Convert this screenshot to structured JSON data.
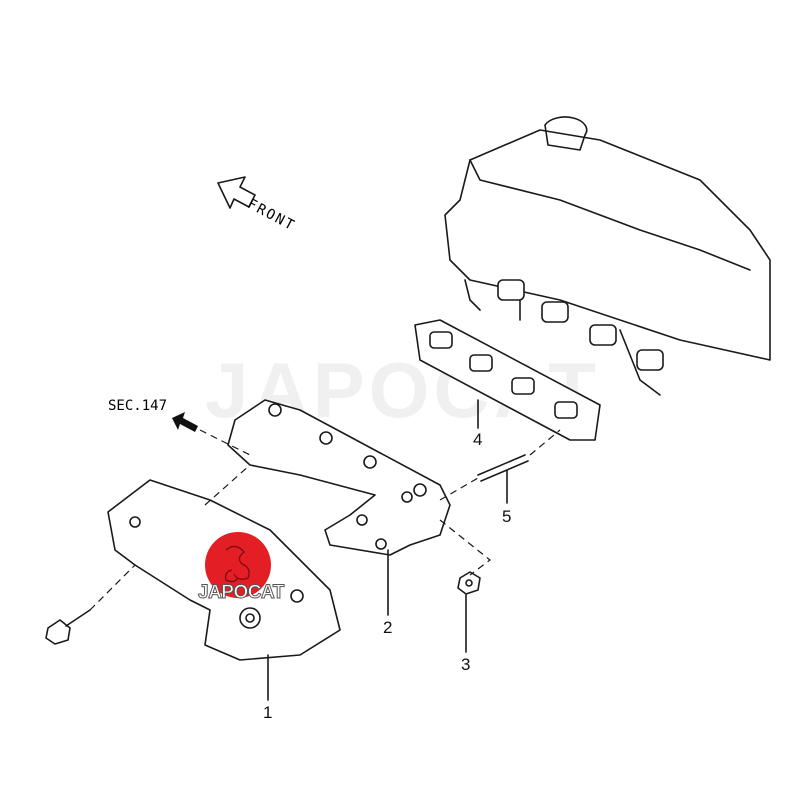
{
  "diagram": {
    "front_label": "FRONT",
    "section_ref": "SEC.147",
    "callouts": [
      "1",
      "2",
      "3",
      "4",
      "5"
    ]
  },
  "watermark": "JAPOCAT",
  "logo": {
    "text": "JAPOCAT",
    "color": "#e31e24"
  }
}
